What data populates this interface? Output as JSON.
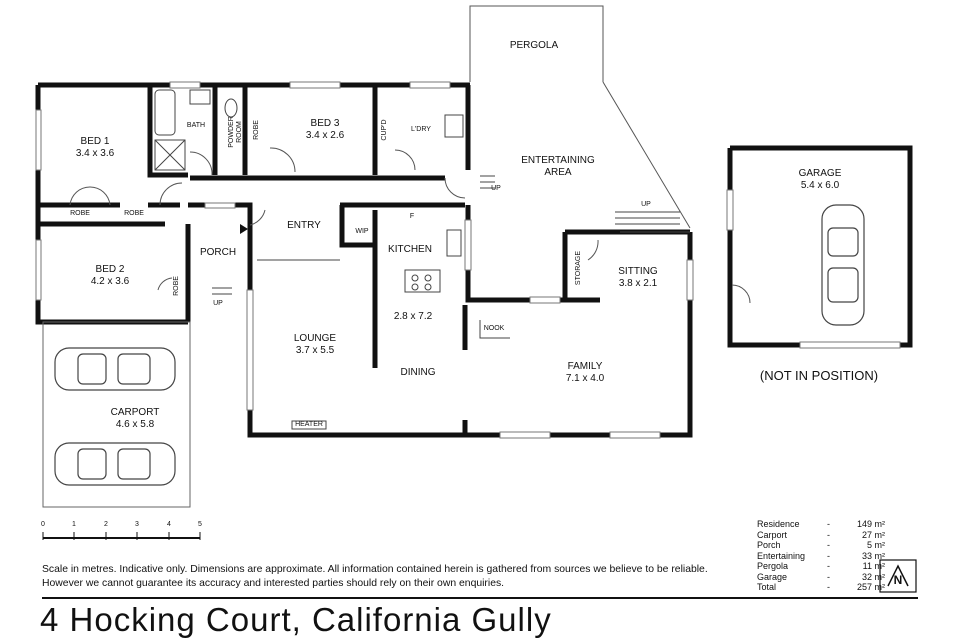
{
  "rooms": {
    "pergola": "PERGOLA",
    "bed1": {
      "name": "BED 1",
      "dims": "3.4 x 3.6"
    },
    "bath": "BATH",
    "powder": [
      "POWDER",
      "ROOM"
    ],
    "robe": "ROBE",
    "bed3": {
      "name": "BED 3",
      "dims": "3.4 x 2.6"
    },
    "cupd": "CUP'D",
    "ldry": "L'DRY",
    "entertaining": [
      "ENTERTAINING",
      "AREA"
    ],
    "garage": {
      "name": "GARAGE",
      "dims": "5.4 x 6.0"
    },
    "not_in_position": "(NOT IN POSITION)",
    "entry": "ENTRY",
    "wip": "WIP",
    "fridge": "F",
    "kitchen": "KITCHEN",
    "bed2": {
      "name": "BED 2",
      "dims": "4.2 x 3.6"
    },
    "porch": "PORCH",
    "storage": "STORAGE",
    "sitting": {
      "name": "SITTING",
      "dims": "3.8 x 2.1"
    },
    "kitchen_dims": "2.8 x 7.2",
    "nook": "NOOK",
    "lounge": {
      "name": "LOUNGE",
      "dims": "3.7 x 5.5"
    },
    "dining": "DINING",
    "family": {
      "name": "FAMILY",
      "dims": "7.1 x 4.0"
    },
    "heater": "HEATER",
    "carport": {
      "name": "CARPORT",
      "dims": "4.6 x 5.8"
    },
    "up": "UP"
  },
  "scale_labels": [
    "0",
    "1",
    "2",
    "3",
    "4",
    "5"
  ],
  "areas": [
    {
      "name": "Residence",
      "value": "149 m²"
    },
    {
      "name": "Carport",
      "value": "27 m²"
    },
    {
      "name": "Porch",
      "value": "5 m²"
    },
    {
      "name": "Entertaining",
      "value": "33 m²"
    },
    {
      "name": "Pergola",
      "value": "11 m²"
    },
    {
      "name": "Garage",
      "value": "32 m²"
    },
    {
      "name": "Total",
      "value": "257 m²"
    }
  ],
  "area_dash": "-",
  "compass_letter": "N",
  "disclaimer": "Scale in metres. Indicative only. Dimensions are approximate.  All information contained herein is gathered from sources we believe to be reliable. However we cannot guarantee its accuracy and interested parties should rely on their own enquiries.",
  "address": "4 Hocking Court, California Gully"
}
